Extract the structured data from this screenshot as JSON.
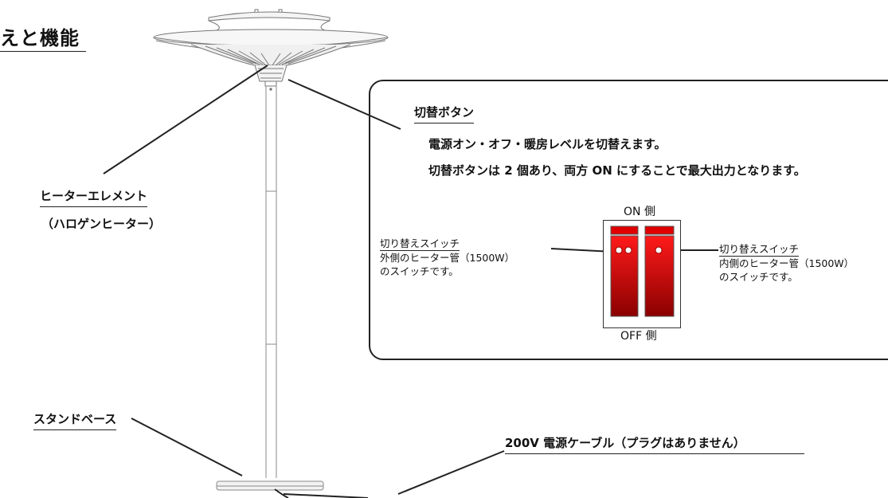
{
  "title": "えと機能",
  "labels": {
    "heater_element": "ヒーターエレメント",
    "heater_element_sub": "（ハロゲンヒーター）",
    "stand_base": "スタンドベース",
    "power_cable": "200V 電源ケーブル（プラグはありません）"
  },
  "callout": {
    "heading": "切替ボタン",
    "line1": "電源オン・オフ・暖房レベルを切替えます。",
    "line2": "切替ボタンは 2 個あり、両方 ON にすることで最大出力となります。",
    "on_side": "ON 側",
    "off_side": "OFF 側",
    "left_switch": {
      "line1": "切り替えスイッチ",
      "line2": "外側のヒーター管（1500W）",
      "line3": "のスイッチです。"
    },
    "right_switch": {
      "line1": "切り替えスイッチ",
      "line2": "内側のヒーター管（1500W）",
      "line3": "のスイッチです。"
    }
  },
  "colors": {
    "switch_red": "#e00000",
    "switch_dark": "#8a0000",
    "line": "#222222"
  }
}
